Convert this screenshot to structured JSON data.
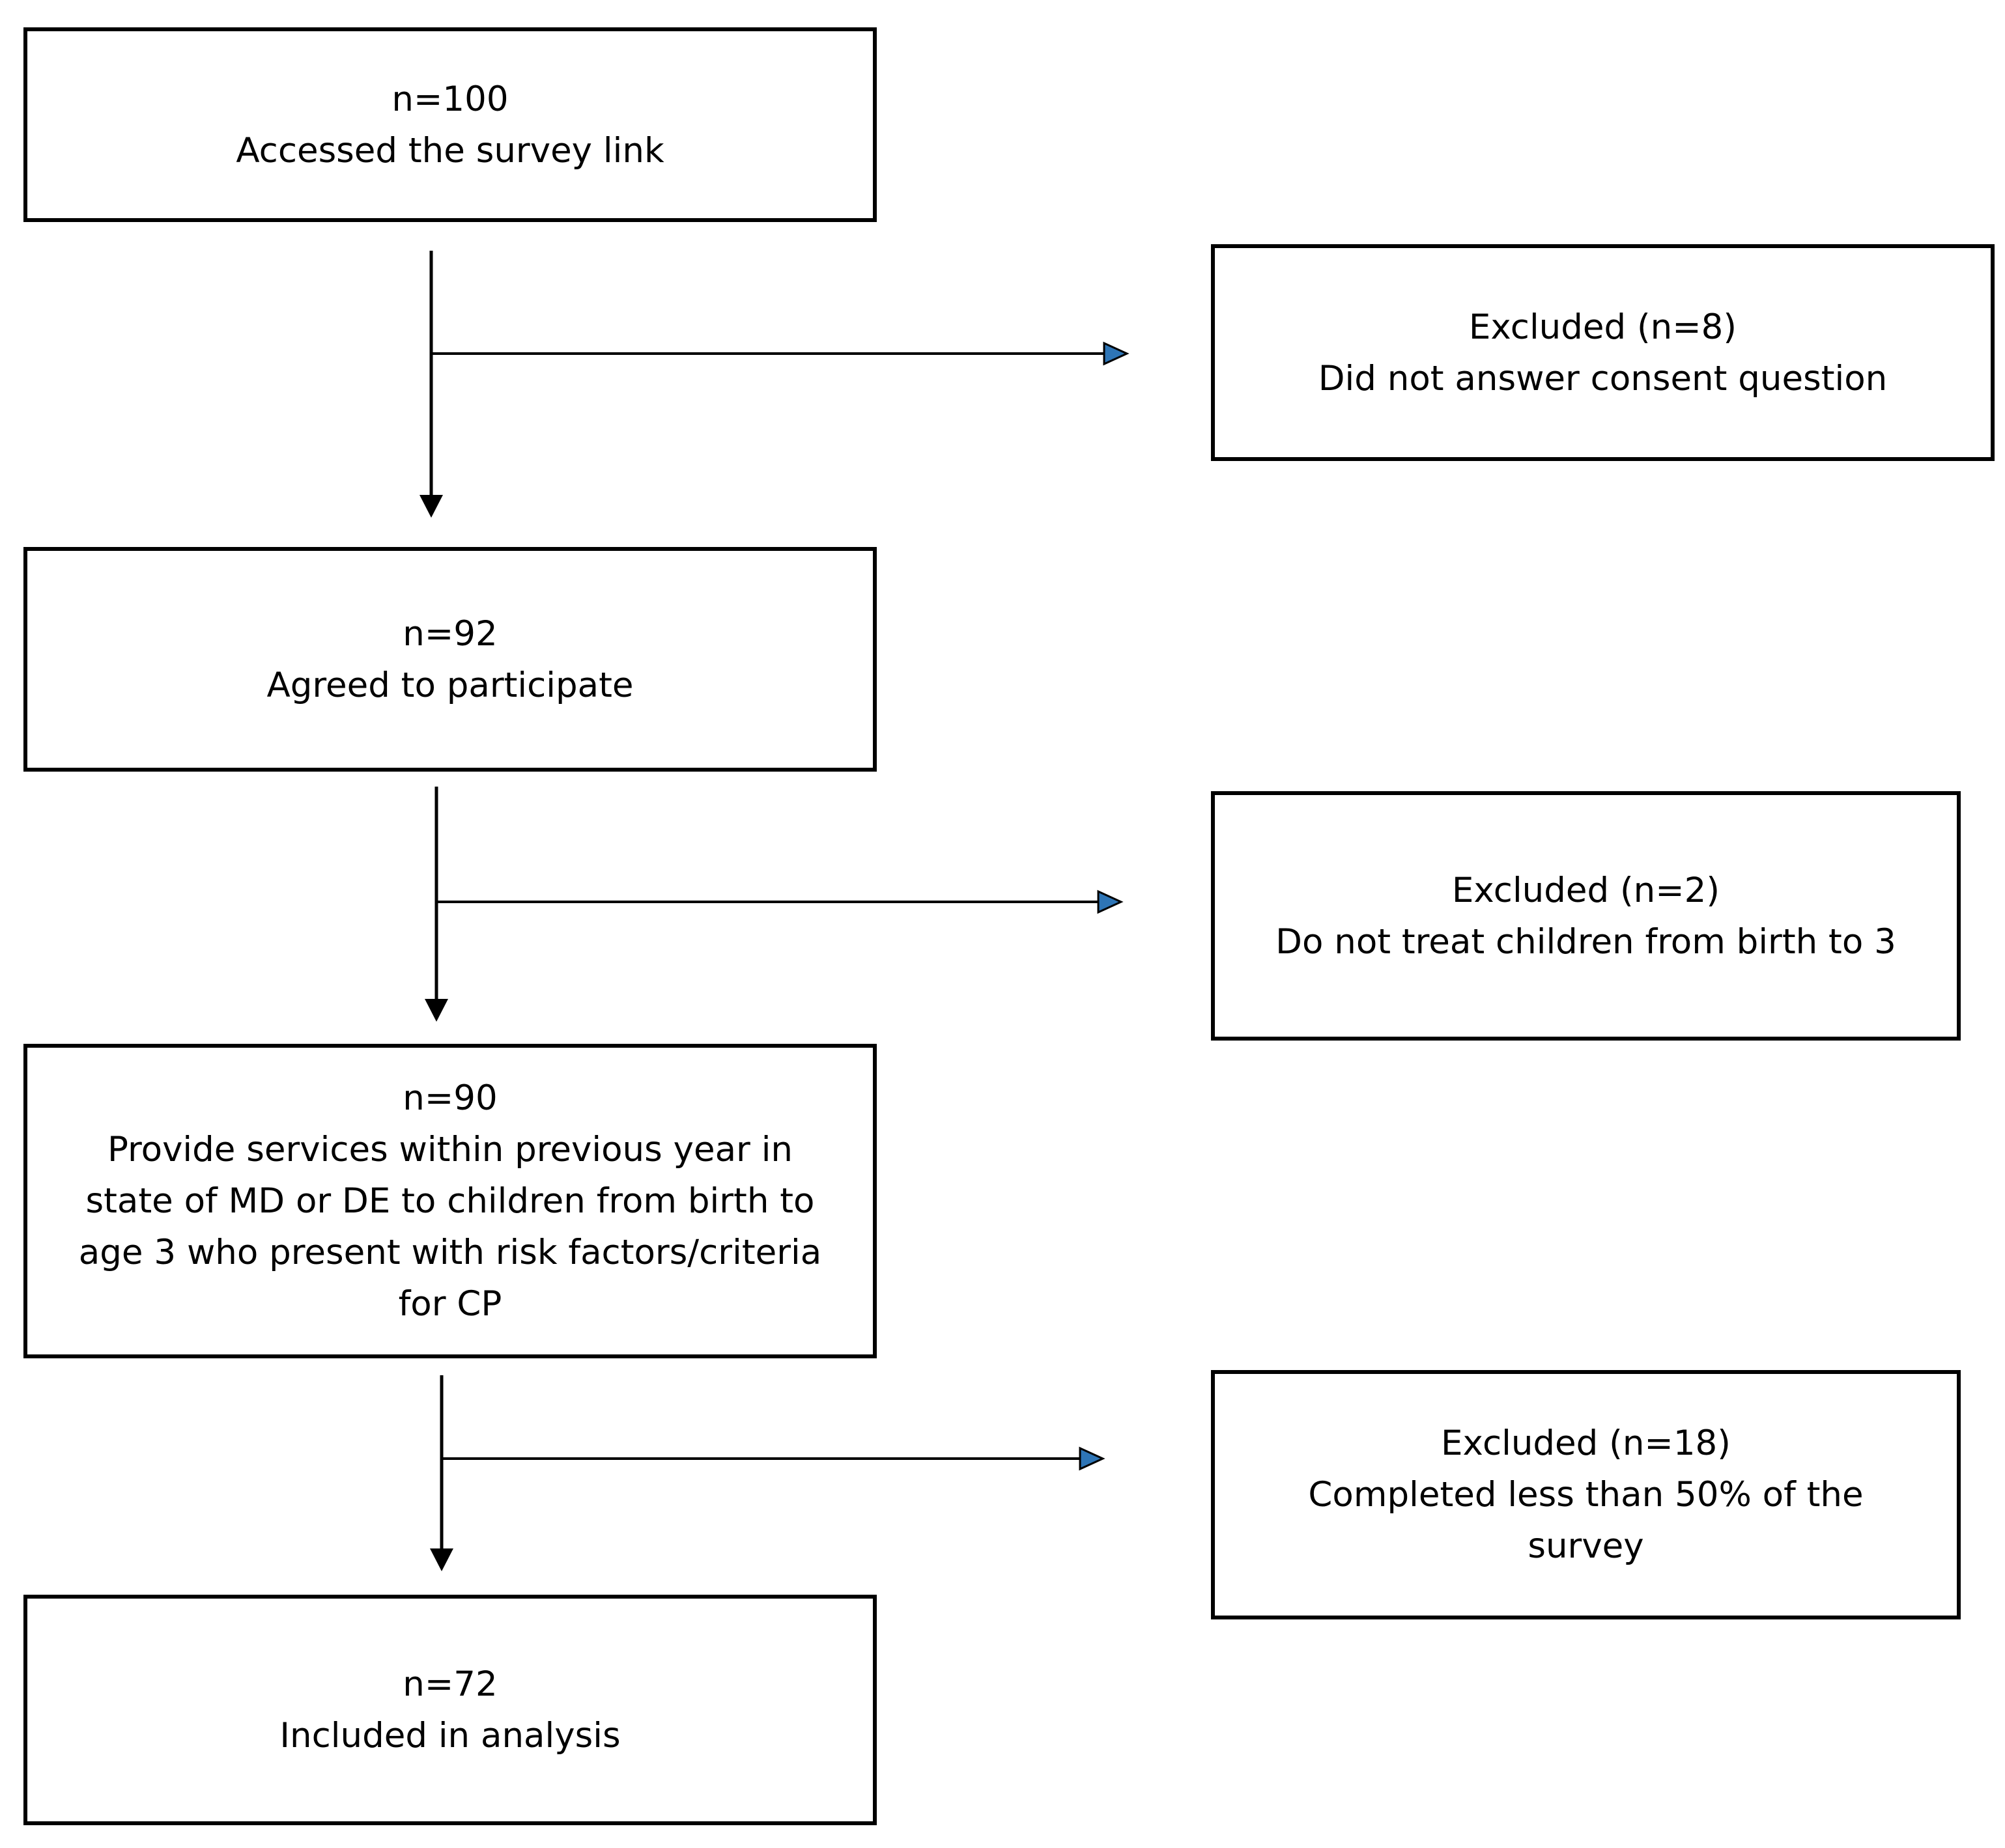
{
  "diagram": {
    "main_steps": [
      {
        "count": "n=100",
        "lines": [
          "Accessed the survey link"
        ]
      },
      {
        "count": "n=92",
        "lines": [
          "Agreed to participate"
        ]
      },
      {
        "count": "n=90",
        "lines": [
          "Provide services within previous year in",
          "state of MD or DE to children from birth to",
          "age 3 who present with risk factors/criteria",
          "for CP"
        ]
      },
      {
        "count": "n=72",
        "lines": [
          "Included in analysis"
        ]
      }
    ],
    "exclusions": [
      {
        "count": "Excluded (n=8)",
        "lines": [
          "Did not answer consent question"
        ]
      },
      {
        "count": "Excluded (n=2)",
        "lines": [
          "Do not treat children from birth to 3"
        ]
      },
      {
        "count": "Excluded (n=18)",
        "lines": [
          "Completed less than 50% of the",
          "survey"
        ]
      }
    ],
    "colors": {
      "box_border": "#000000",
      "line": "#000000",
      "exclusion_arrowhead": "#2e75b6"
    }
  }
}
